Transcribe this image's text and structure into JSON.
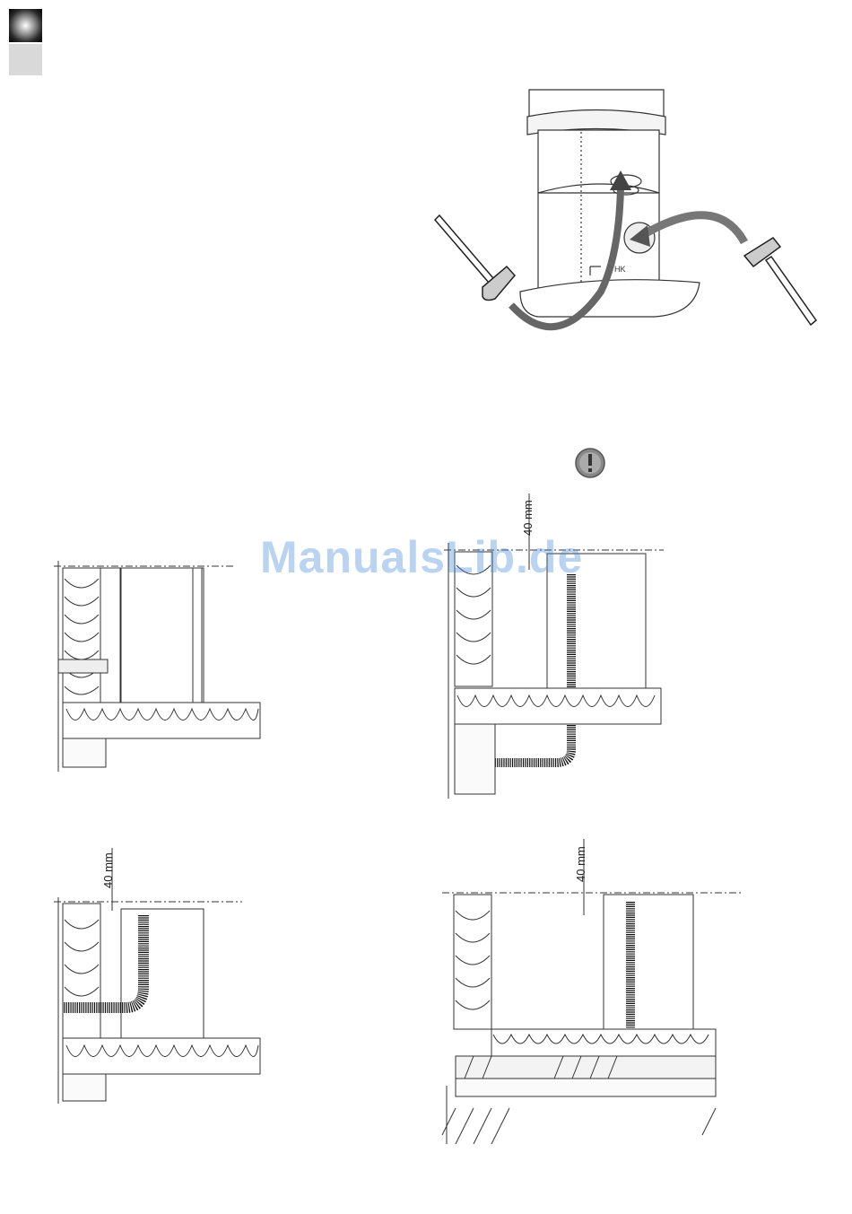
{
  "header": {
    "tab_icon": "chapter-tab-gradient"
  },
  "fig_top": {
    "stove_marking": "HK"
  },
  "warning": {
    "icon": "exclamation-icon"
  },
  "dimensions": {
    "gap_label": "40 mm"
  },
  "watermark": {
    "text": "ManualsLib.de"
  }
}
